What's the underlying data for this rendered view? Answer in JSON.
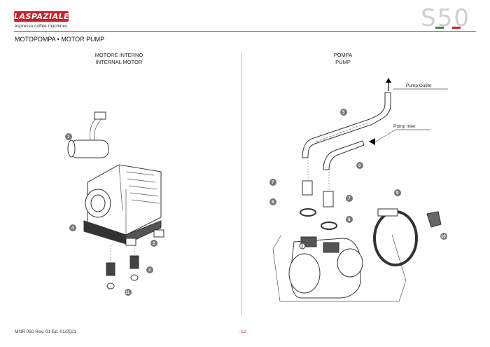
{
  "header": {
    "brand": "LASPAZIALE",
    "tagline": "espresso coffee machines",
    "model": "S50",
    "flag_colors": [
      "#2e8b3a",
      "#ffffff",
      "#c8202c"
    ]
  },
  "section_title": "MOTOPOMPA • MOTOR PUMP",
  "left_panel": {
    "heading_it": "MOTORE INTERNO",
    "heading_en": "INTERNAL MOTOR",
    "callouts": [
      "1",
      "4",
      "2",
      "3",
      "11"
    ]
  },
  "right_panel": {
    "heading_it": "POMPA",
    "heading_en": "PUMP",
    "pump_outlet_label": "Pump Outlet",
    "pump_inlet_label": "Pump Inlet",
    "callouts": [
      "5",
      "6",
      "7",
      "7",
      "8",
      "8",
      "9",
      "10",
      "1"
    ]
  },
  "footer": {
    "doc_ref": "MNR 050   Rev.  01 Ed.  01/2021",
    "page": "- 12 -"
  },
  "colors": {
    "accent": "#c8202c",
    "model_grey": "#cfcfcf"
  }
}
